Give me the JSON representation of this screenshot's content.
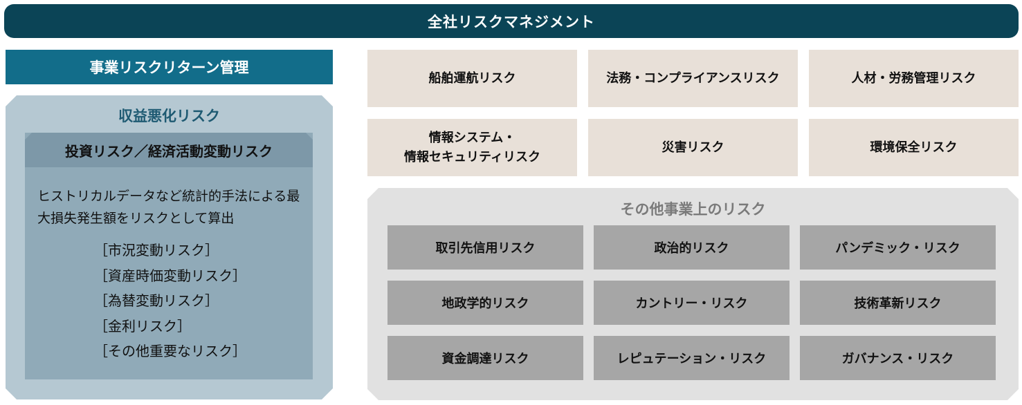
{
  "top_banner": "全社リスクマネジメント",
  "left": {
    "header": "事業リスクリターン管理",
    "panel_title": "収益悪化リスク",
    "inner_header": "投資リスク／経済活動変動リスク",
    "description": "ヒストリカルデータなど統計的手法による最大損失発生額をリスクとして算出",
    "items": [
      "［市況変動リスク］",
      "［資産時価変動リスク］",
      "［為替変動リスク］",
      "［金利リスク］",
      "［その他重要なリスク］"
    ]
  },
  "right": {
    "beige_boxes": [
      "船舶運航リスク",
      "法務・コンプライアンスリスク",
      "人材・労務管理リスク",
      "情報システム・\n情報セキュリティリスク",
      "災害リスク",
      "環境保全リスク"
    ],
    "other_title": "その他事業上のリスク",
    "gray_boxes": [
      "取引先信用リスク",
      "政治的リスク",
      "パンデミック・リスク",
      "地政学的リスク",
      "カントリー・リスク",
      "技術革新リスク",
      "資金調達リスク",
      "レピュテーション・リスク",
      "ガバナンス・リスク"
    ]
  },
  "colors": {
    "banner": "#0b4456",
    "left_header": "#126d8a",
    "left_panel": "#b5c8d2",
    "inner_box": "#90aab8",
    "inner_header": "#7d98a8",
    "beige": "#e8e0d8",
    "other_panel": "#e1e1e1",
    "gray_box": "#a6a6a6"
  }
}
